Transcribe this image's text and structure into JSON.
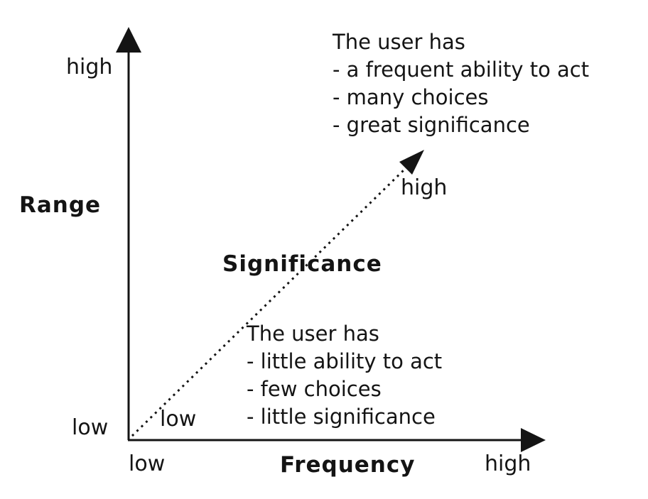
{
  "diagram": {
    "colors": {
      "ink": "#141414",
      "background": "#ffffff"
    },
    "y_axis": {
      "label": "Range",
      "top_tick": "high",
      "bottom_tick": "low"
    },
    "x_axis": {
      "label": "Frequency",
      "left_tick": "low",
      "right_tick": "high"
    },
    "diagonal": {
      "label": "Significance",
      "low_tick": "low",
      "high_tick": "high"
    },
    "annotations": {
      "top": {
        "title": "The user has",
        "items": [
          "- a frequent ability to act",
          "- many choices",
          "- great significance"
        ]
      },
      "bottom": {
        "title": "The user has",
        "items": [
          "- little ability to act",
          "- few choices",
          "- little significance"
        ]
      }
    }
  }
}
